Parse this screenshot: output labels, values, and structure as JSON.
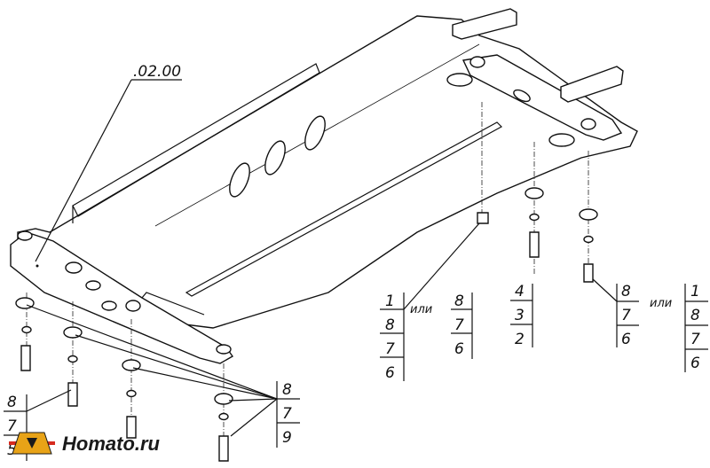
{
  "ref_label": ".02.00",
  "callout_left_bottom": {
    "rows": [
      "8",
      "7",
      "5"
    ]
  },
  "callout_bottom_mid": {
    "rows": [
      "8",
      "7",
      "9"
    ]
  },
  "callout_col_a": {
    "top": "1",
    "or": "или",
    "rows": [
      "8",
      "7",
      "6"
    ]
  },
  "callout_col_b": {
    "rows": [
      "8",
      "7",
      "6"
    ]
  },
  "callout_col_c": {
    "rows": [
      "4",
      "3",
      "2"
    ]
  },
  "callout_col_d": {
    "rows": [
      "8",
      "7",
      "6"
    ]
  },
  "callout_col_e": {
    "or": "или",
    "rows": [
      "1",
      "8",
      "7",
      "6"
    ]
  },
  "logo": {
    "text": "Homato.ru",
    "colors": {
      "red": "#d62b1f",
      "gold": "#e8a317",
      "dark": "#1a1a1a"
    }
  }
}
